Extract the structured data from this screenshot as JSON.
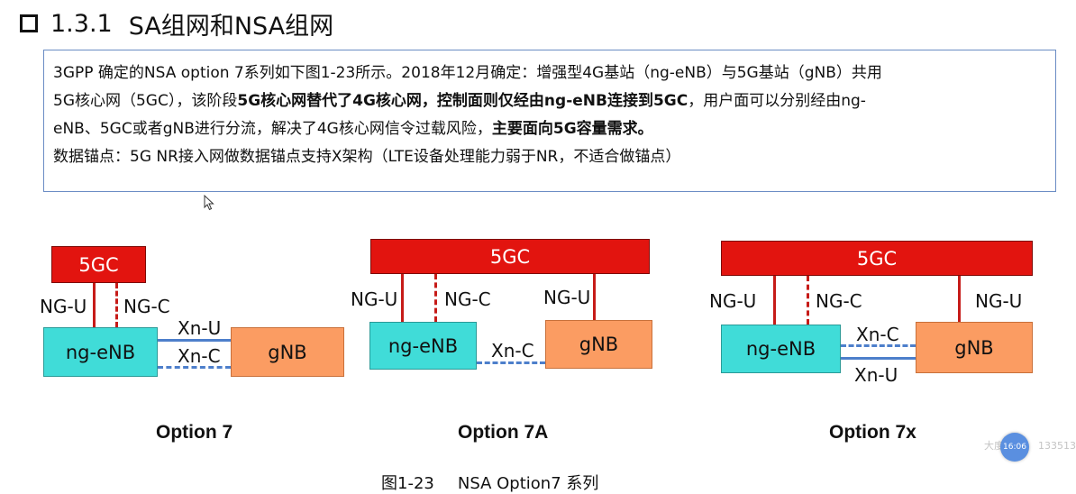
{
  "heading": {
    "number": "1.3.1",
    "text": "SA组网和NSA组网"
  },
  "paragraph": {
    "l1": "3GPP 确定的NSA option 7系列如下图1-23所示。2018年12月确定：增强型4G基站（ng-eNB）与5G基站（gNB）共用",
    "l2a": "5G核心网（5GC），该阶段",
    "l2b": "5G核心网替代了4G核心网，控制面则仅经由ng-eNB连接到5GC",
    "l2c": "，用户面可以分别经由ng-",
    "l3a": "eNB、5GC或者gNB进行分流，解决了4G核心网信令过载风险，",
    "l3b": "主要面向5G容量需求。",
    "l4": "数据锚点：5G NR接入网做数据锚点支持X架构（LTE设备处理能力弱于NR，不适合做锚点）"
  },
  "diagrams": {
    "opt7": {
      "core": "5GC",
      "ng_u": "NG-U",
      "ng_c": "NG-C",
      "enb": "ng-eNB",
      "gnb": "gNB",
      "xn_u": "Xn-U",
      "xn_c": "Xn-C",
      "title": "Option 7"
    },
    "opt7a": {
      "core": "5GC",
      "ng_u": "NG-U",
      "ng_c": "NG-C",
      "ng_u2": "NG-U",
      "enb": "ng-eNB",
      "gnb": "gNB",
      "xn_c": "Xn-C",
      "title": "Option 7A"
    },
    "opt7x": {
      "core": "5GC",
      "ng_u": "NG-U",
      "ng_c": "NG-C",
      "ng_u2": "NG-U",
      "enb": "ng-eNB",
      "gnb": "gNB",
      "xn_c": "Xn-C",
      "xn_u": "Xn-U",
      "title": "Option 7x"
    }
  },
  "caption": {
    "fig": "图1-23",
    "text": "NSA Option7 系列"
  },
  "overlay": {
    "time": "16:06",
    "watermark_a": "大度",
    "watermark_b": "133513"
  },
  "colors": {
    "core": "#e2140f",
    "enb": "#40dcd8",
    "gnb": "#fb9c62",
    "ng_link": "#c61b18",
    "xn_link": "#4d7fcb"
  }
}
